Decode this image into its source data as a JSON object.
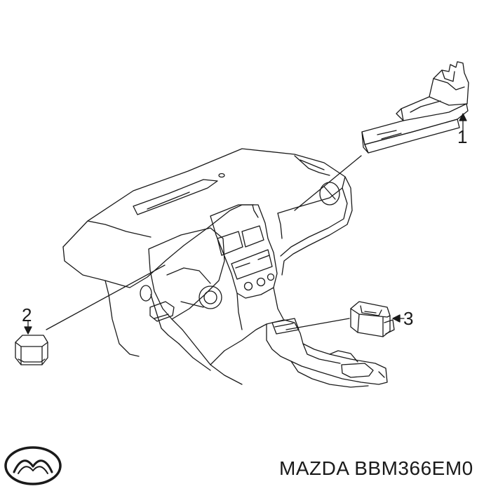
{
  "diagram": {
    "callouts": [
      {
        "id": "1",
        "label": "1"
      },
      {
        "id": "2",
        "label": "2"
      },
      {
        "id": "3",
        "label": "3"
      }
    ]
  },
  "footer": {
    "brand": "MAZDA",
    "part_number": "BBM366EM0",
    "logo_icon": "mazda-logo-icon"
  },
  "colors": {
    "line": "#1a1a1a",
    "background": "#ffffff"
  }
}
